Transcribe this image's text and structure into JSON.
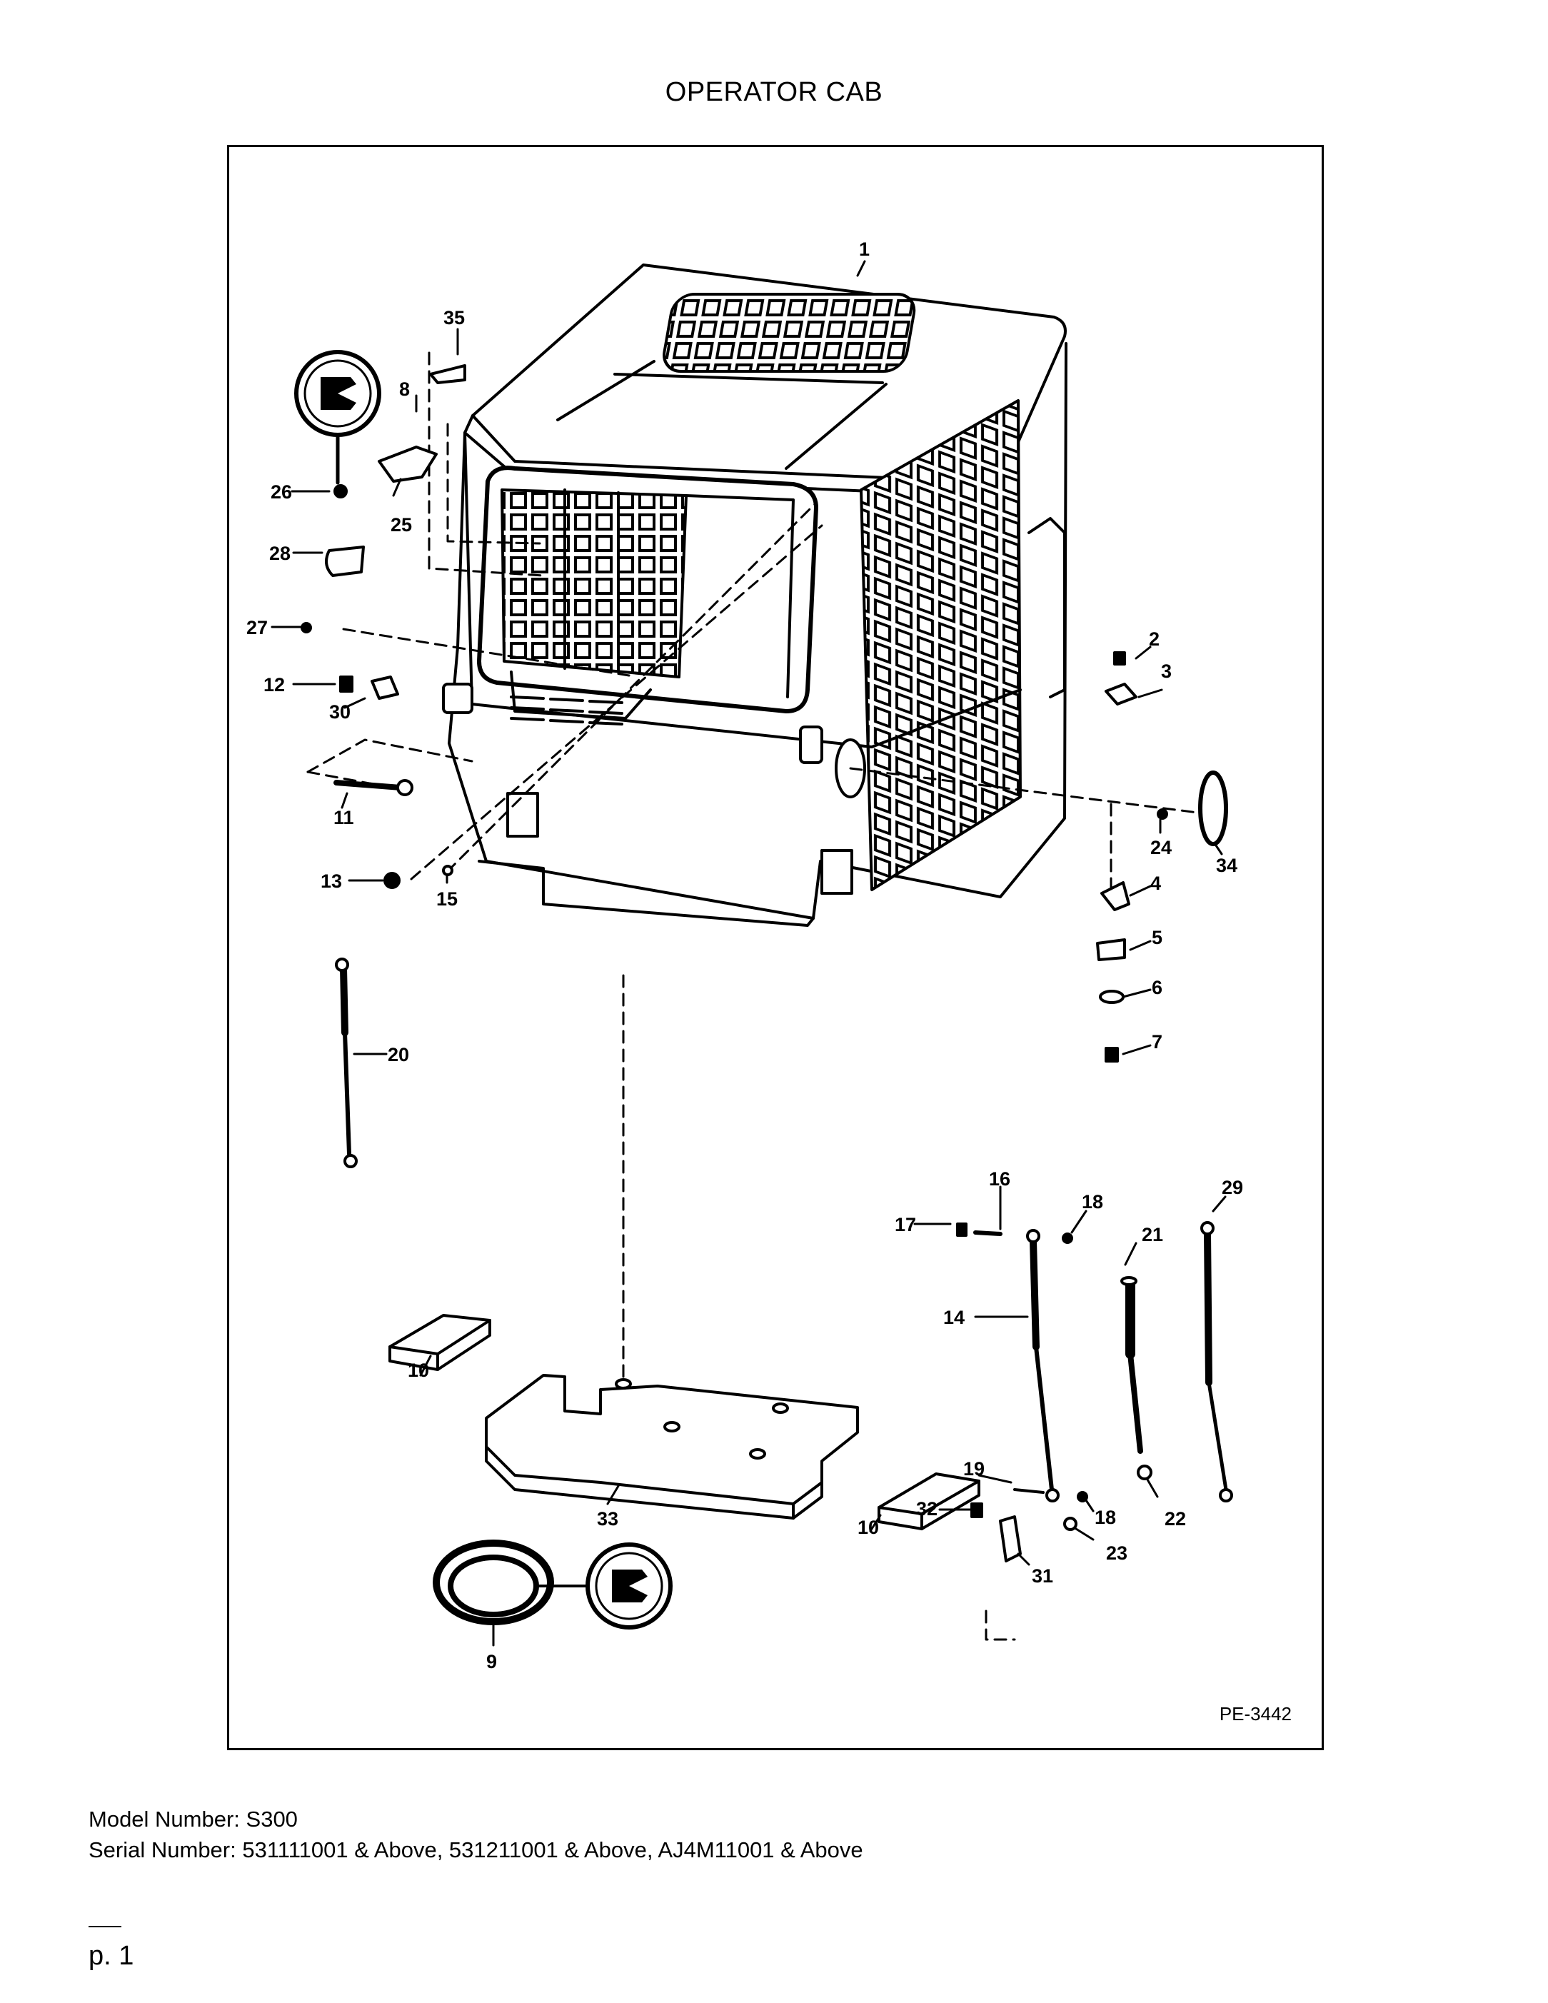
{
  "page": {
    "title": "OPERATOR CAB",
    "drawing_ref": "PE-3442",
    "model_line": "Model Number: S300",
    "serial_line": "Serial Number: 531111001 & Above, 531211001 & Above, AJ4M11001 & Above",
    "page_number": "p. 1"
  },
  "callouts": [
    "1",
    "2",
    "3",
    "4",
    "5",
    "6",
    "7",
    "8",
    "9",
    "10",
    "10",
    "11",
    "12",
    "13",
    "14",
    "15",
    "16",
    "17",
    "18",
    "18",
    "19",
    "20",
    "21",
    "22",
    "23",
    "24",
    "25",
    "26",
    "27",
    "28",
    "29",
    "30",
    "31",
    "32",
    "33",
    "34",
    "35"
  ],
  "colors": {
    "ink": "#000000",
    "paper": "#ffffff"
  }
}
